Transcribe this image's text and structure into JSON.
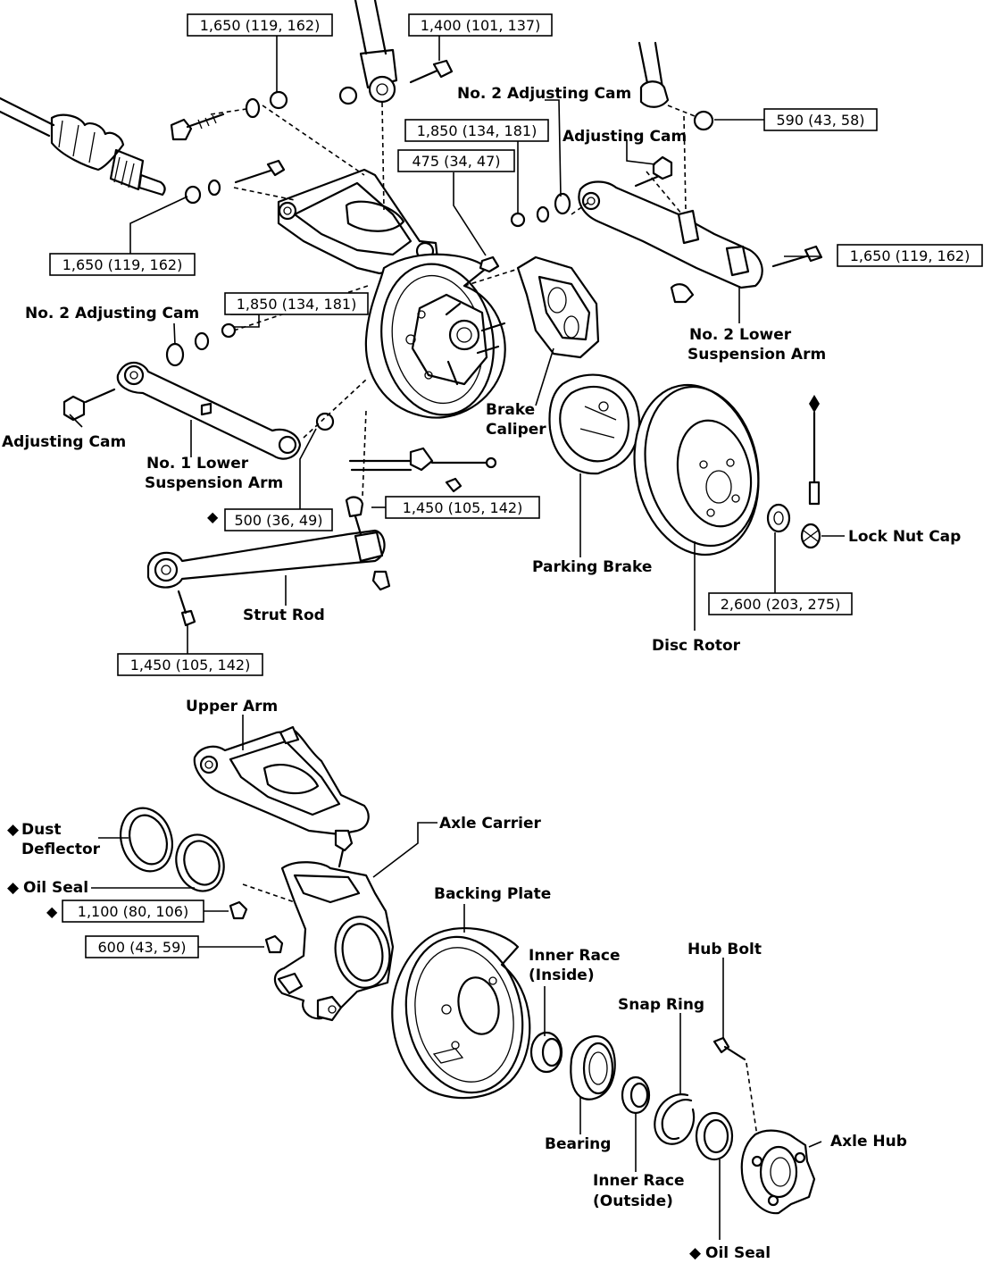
{
  "labels": {
    "no2_adjusting_cam_top": "No. 2 Adjusting Cam",
    "adjusting_cam_top": "Adjusting Cam",
    "no2_adjusting_cam_left": "No. 2 Adjusting Cam",
    "adjusting_cam_left": "Adjusting Cam",
    "no1_lower_arm_l1": "No. 1 Lower",
    "no1_lower_arm_l2": "Suspension Arm",
    "no2_lower_arm_l1": "No. 2 Lower",
    "no2_lower_arm_l2": "Suspension Arm",
    "brake_caliper_l1": "Brake",
    "brake_caliper_l2": "Caliper",
    "parking_brake": "Parking Brake",
    "disc_rotor": "Disc Rotor",
    "lock_nut_cap": "Lock Nut Cap",
    "strut_rod": "Strut Rod",
    "upper_arm": "Upper Arm",
    "axle_carrier": "Axle Carrier",
    "dust_deflector_l1": "Dust",
    "dust_deflector_l2": "Deflector",
    "oil_seal_left": "Oil Seal",
    "backing_plate": "Backing Plate",
    "inner_race_inside_l1": "Inner Race",
    "inner_race_inside_l2": "(Inside)",
    "hub_bolt": "Hub Bolt",
    "snap_ring": "Snap Ring",
    "bearing": "Bearing",
    "inner_race_outside_l1": "Inner Race",
    "inner_race_outside_l2": "(Outside)",
    "axle_hub": "Axle Hub",
    "oil_seal_bottom": "Oil Seal"
  },
  "torques": {
    "t1": "1,650 (119, 162)",
    "t2": "1,400 (101, 137)",
    "t3": "590 (43, 58)",
    "t4": "1,850 (134, 181)",
    "t5": "475 (34, 47)",
    "t6": "1,650 (119, 162)",
    "t7": "1,650 (119, 162)",
    "t8": "1,850 (134, 181)",
    "t9": "500 (36, 49)",
    "t10": "1,450 (105, 142)",
    "t11": "2,600 (203, 275)",
    "t12": "1,450 (105, 142)",
    "t13": "1,100 (80, 106)",
    "t14": "600 (43, 59)"
  },
  "marks": {
    "diamond": "◆"
  }
}
